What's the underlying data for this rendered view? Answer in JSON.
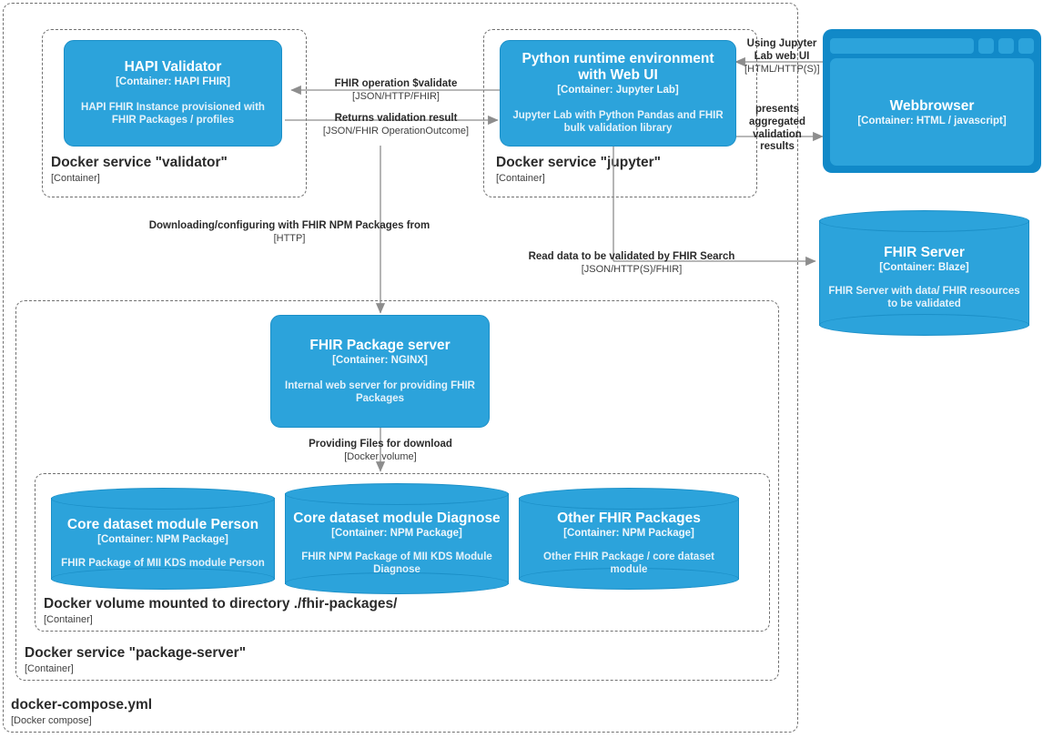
{
  "diagram": {
    "title": "docker-compose.yml",
    "notation": "C4 container diagram",
    "accent_blue": "#2CA3DB",
    "browser_blue": "#1189C8",
    "boundary_stroke": "#707070",
    "edge_stroke": "#9a9a9a"
  },
  "boundaries": [
    {
      "id": "docker-compose",
      "title": "docker-compose.yml",
      "tech": "[Docker compose]"
    },
    {
      "id": "validator-service",
      "title": "Docker service \"validator\"",
      "tech": "[Container]"
    },
    {
      "id": "jupyter-service",
      "title": "Docker service \"jupyter\"",
      "tech": "[Container]"
    },
    {
      "id": "package-server-service",
      "title": "Docker service \"package-server\"",
      "tech": "[Container]"
    },
    {
      "id": "docker-volume",
      "title": "Docker volume mounted to directory ./fhir-packages/",
      "tech": "[Container]"
    }
  ],
  "containers": [
    {
      "id": "hapi-validator",
      "title": "HAPI Validator",
      "tech": "[Container: HAPI FHIR]",
      "desc": "HAPI FHIR Instance provisioned with FHIR Packages / profiles"
    },
    {
      "id": "python-runtime",
      "title": "Python runtime environment with Web UI",
      "tech": "[Container: Jupyter Lab]",
      "desc": "Jupyter Lab with Python Pandas and FHIR bulk validation library"
    },
    {
      "id": "webbrowser",
      "title": "Webbrowser",
      "tech": "[Container: HTML / javascript]",
      "desc": ""
    },
    {
      "id": "fhir-server",
      "title": "FHIR Server",
      "tech": "[Container: Blaze]",
      "desc": "FHIR Server with data/ FHIR resources to be validated"
    },
    {
      "id": "fhir-package-server",
      "title": "FHIR Package server",
      "tech": "[Container: NGINX]",
      "desc": "Internal web server for providing FHIR Packages"
    },
    {
      "id": "pkg-person",
      "title": "Core dataset module Person",
      "tech": "[Container: NPM Package]",
      "desc": "FHIR Package of MII KDS module Person"
    },
    {
      "id": "pkg-diagnose",
      "title": "Core dataset module Diagnose",
      "tech": "[Container: NPM Package]",
      "desc": "FHIR NPM Package of MII KDS Module Diagnose"
    },
    {
      "id": "pkg-other",
      "title": "Other FHIR Packages",
      "tech": "[Container: NPM Package]",
      "desc": "Other FHIR Package / core dataset module"
    }
  ],
  "relationships": [
    {
      "id": "validate-call",
      "from": "python-runtime",
      "to": "hapi-validator",
      "label": "FHIR operation $validate",
      "tech": "[JSON/HTTP/FHIR]"
    },
    {
      "id": "validation-result",
      "from": "hapi-validator",
      "to": "python-runtime",
      "label": "Returns validation result",
      "tech": "[JSON/FHIR OperationOutcome]"
    },
    {
      "id": "browser-to-jupyter",
      "from": "webbrowser",
      "to": "python-runtime",
      "label": "Using Jupyter Lab web UI",
      "tech": "[HTML/HTTP(S)]"
    },
    {
      "id": "jupyter-to-browser",
      "from": "python-runtime",
      "to": "webbrowser",
      "label": "presents aggregated validation results",
      "tech": ""
    },
    {
      "id": "validator-downloads",
      "from": "hapi-validator",
      "to": "fhir-package-server",
      "label": "Downloading/configuring with FHIR NPM Packages from",
      "tech": "[HTTP]"
    },
    {
      "id": "read-data",
      "from": "python-runtime",
      "to": "fhir-server",
      "label": "Read data to be validated by FHIR Search",
      "tech": "[JSON/HTTP(S)/FHIR]"
    },
    {
      "id": "providing-files",
      "from": "fhir-package-server",
      "to": "docker-volume",
      "label": "Providing Files for download",
      "tech": "[Docker volume]"
    }
  ]
}
